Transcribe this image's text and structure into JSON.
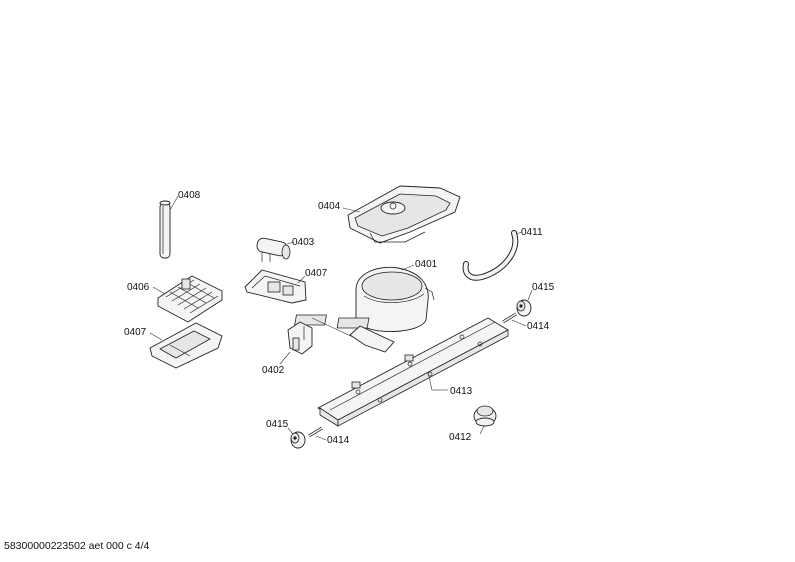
{
  "labels": {
    "p0408": "0408",
    "p0404": "0404",
    "p0403": "0403",
    "p0411": "0411",
    "p0407a": "0407",
    "p0401": "0401",
    "p0406": "0406",
    "p0415a": "0415",
    "p0407b": "0407",
    "p0414a": "0414",
    "p0402": "0402",
    "p0413": "0413",
    "p0415b": "0415",
    "p0414b": "0414",
    "p0412": "0412"
  },
  "footer": "58300000223502 aet 000 c 4/4"
}
